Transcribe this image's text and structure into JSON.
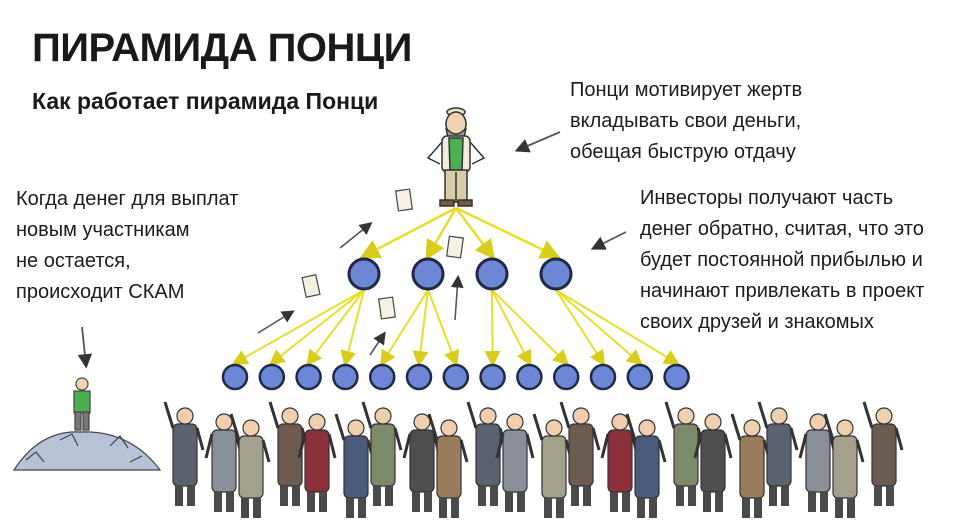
{
  "title": "ПИРАМИДА ПОНЦИ",
  "subtitle": "Как работает пирамида Понци",
  "notes": {
    "left": "Когда денег для выплат\nновым участникам\nне остается,\nпроисходит СКАМ",
    "top": "Понци мотивирует жертв\nвкладывать свои деньги,\nобещая быструю отдачу",
    "right": "Инвесторы получают часть\nденег обратно, считая, что это\nбудет постоянной прибылью и\nначинают привлекать в проект\nсвоих друзей и знакомых"
  },
  "colors": {
    "node_fill": "#6d86d6",
    "node_stroke": "#1f2a44",
    "arrow_yellow": "#e8de2a",
    "vest_green": "#4caf50",
    "money_arrow": "#555555"
  },
  "diagram": {
    "level1_investors": 4,
    "level2_investors": 13,
    "crowd_people": 22
  }
}
